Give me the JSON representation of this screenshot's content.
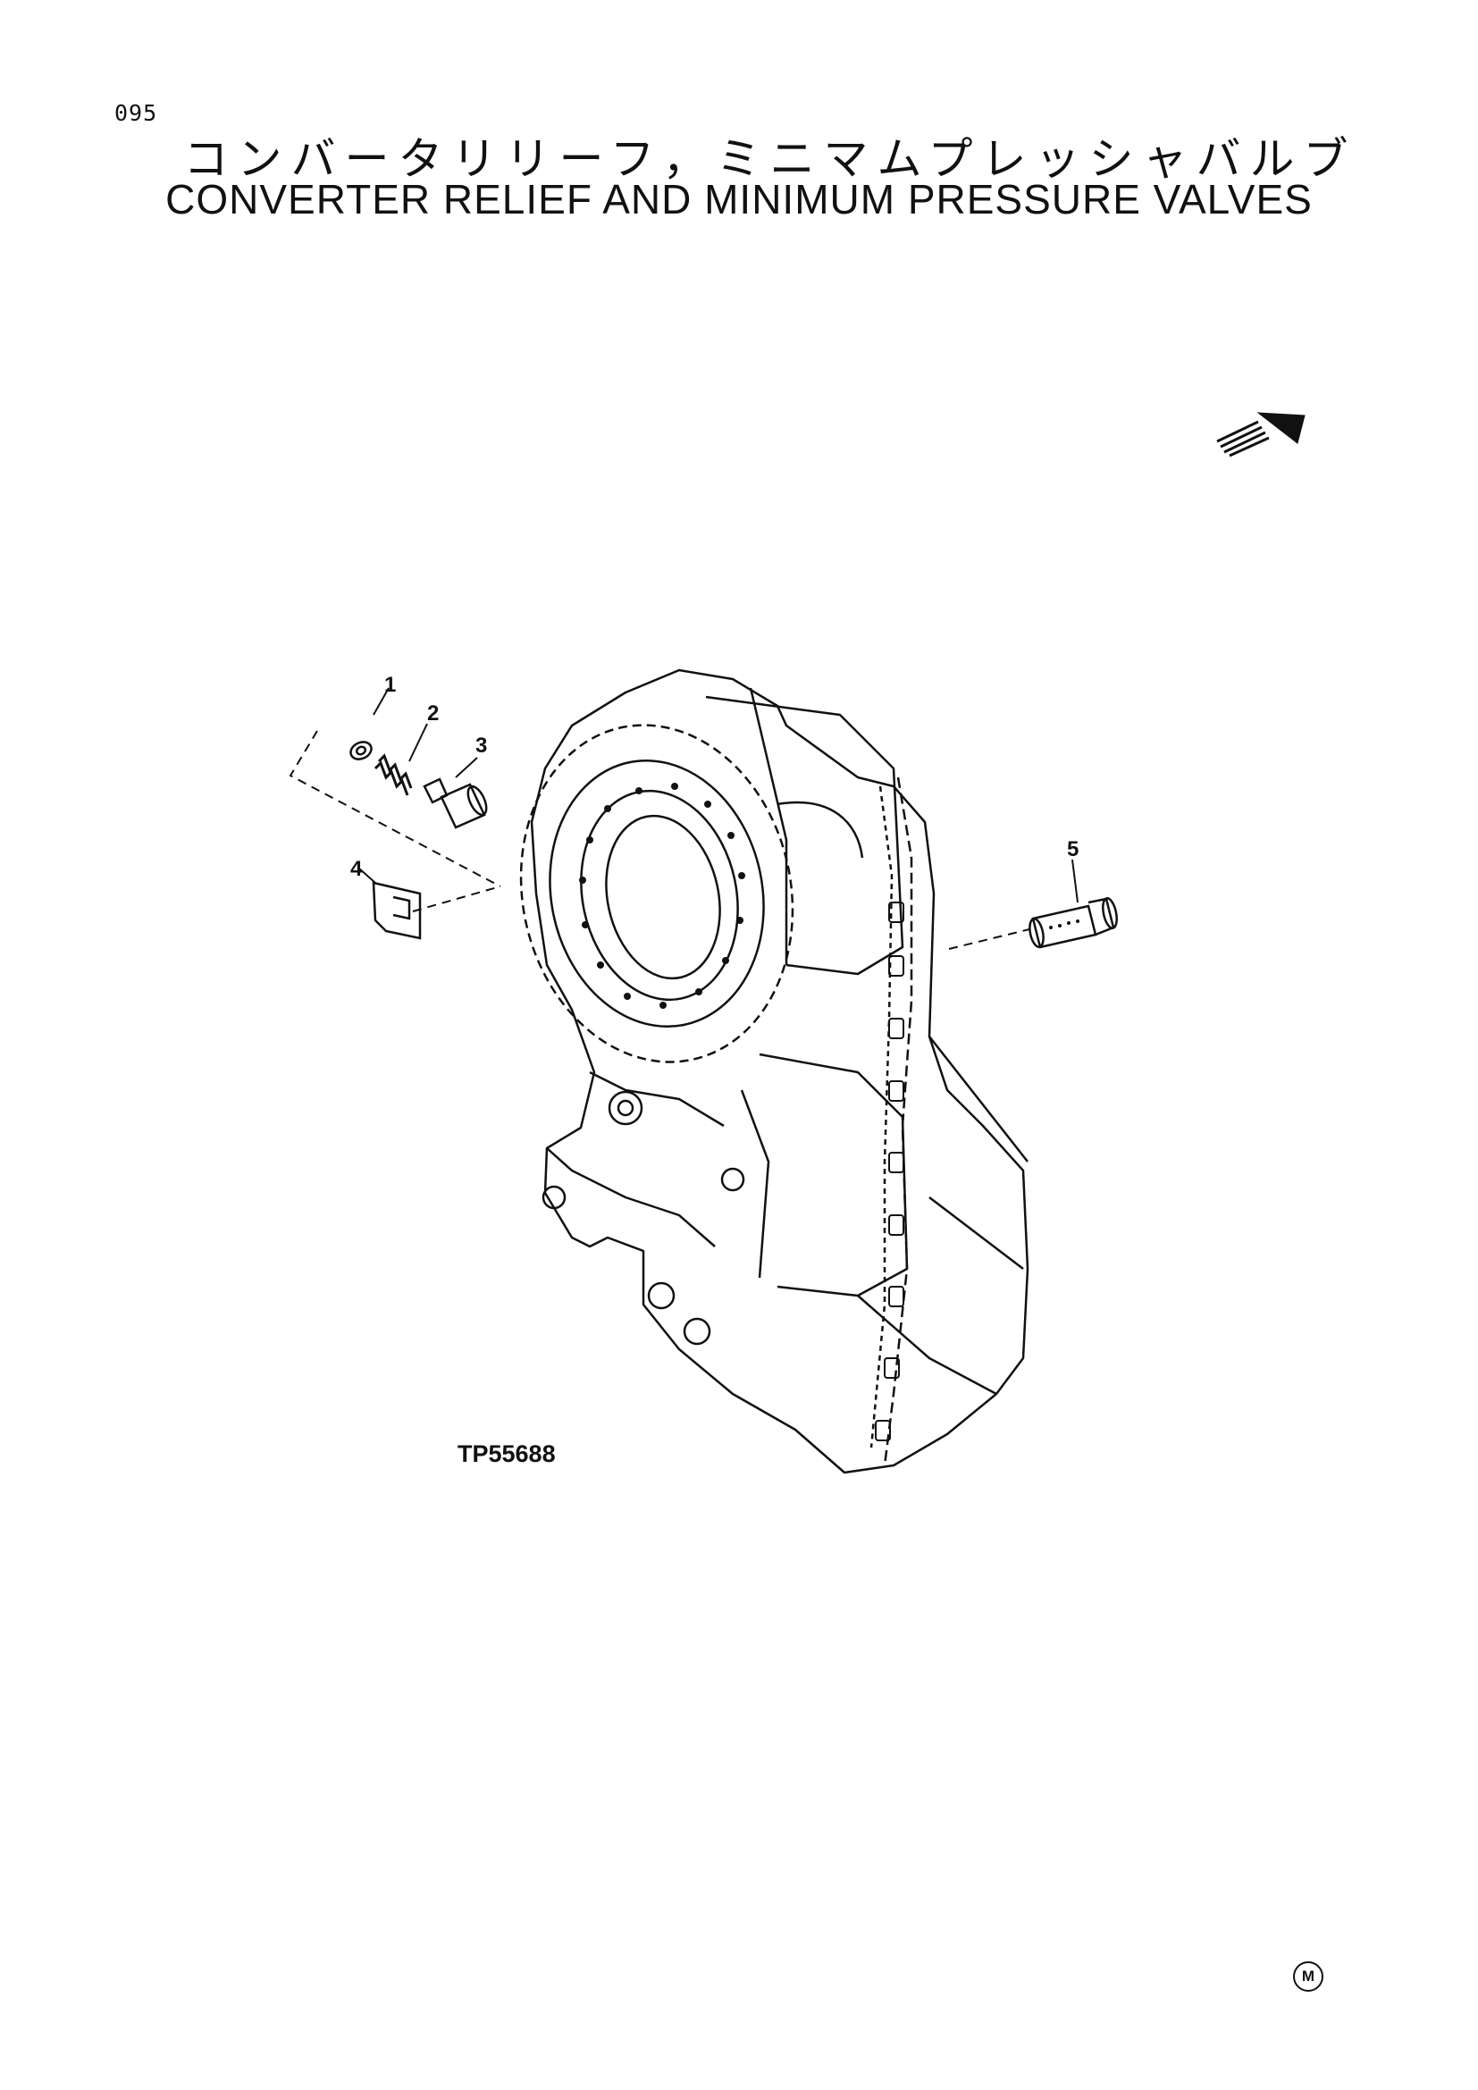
{
  "page": {
    "number": "095",
    "title_jp": "コンバータリリーフ，ミニマムプレッシャバルブ",
    "title_en": "CONVERTER RELIEF AND MINIMUM PRESSURE VALVES"
  },
  "diagram": {
    "callouts": [
      "1",
      "2",
      "3",
      "4",
      "5"
    ],
    "figure_ref": "TP55688",
    "orientation_icon": "front-arrow-icon"
  },
  "footer": {
    "mark": "M"
  }
}
